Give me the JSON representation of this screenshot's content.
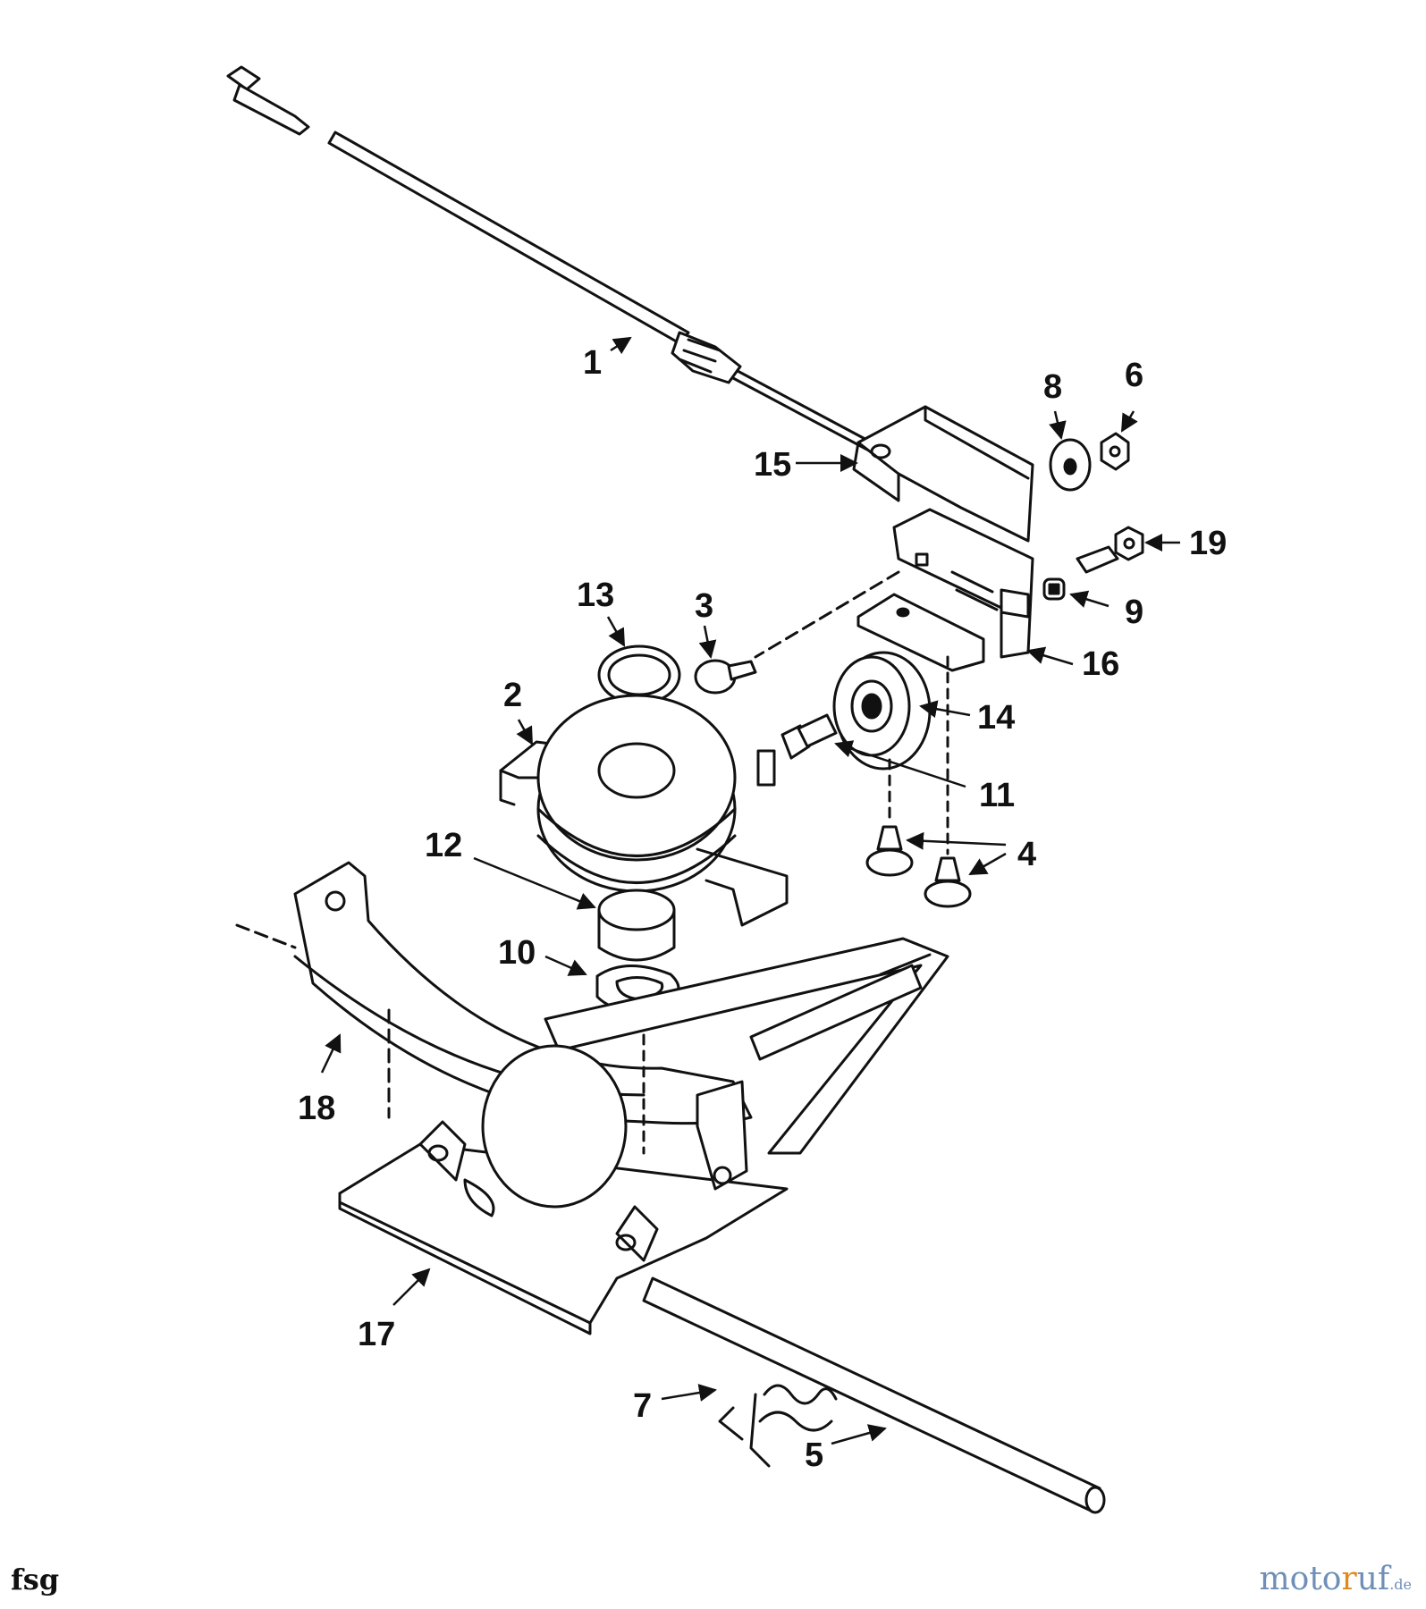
{
  "parts": [
    {
      "id": "1",
      "text": "1"
    },
    {
      "id": "2",
      "text": "2"
    },
    {
      "id": "3",
      "text": "3"
    },
    {
      "id": "4",
      "text": "4"
    },
    {
      "id": "5",
      "text": "5"
    },
    {
      "id": "6",
      "text": "6"
    },
    {
      "id": "7",
      "text": "7"
    },
    {
      "id": "8",
      "text": "8"
    },
    {
      "id": "9",
      "text": "9"
    },
    {
      "id": "10",
      "text": "10"
    },
    {
      "id": "11",
      "text": "11"
    },
    {
      "id": "12",
      "text": "12"
    },
    {
      "id": "13",
      "text": "13"
    },
    {
      "id": "14",
      "text": "14"
    },
    {
      "id": "15",
      "text": "15"
    },
    {
      "id": "16",
      "text": "16"
    },
    {
      "id": "17",
      "text": "17"
    },
    {
      "id": "18",
      "text": "18"
    },
    {
      "id": "19",
      "text": "19"
    }
  ],
  "footer": {
    "code": "fsg",
    "brand_part1": "moto",
    "brand_part2": "r",
    "brand_part3": "uf",
    "brand_tld": ".de"
  },
  "colors": {
    "ink": "#111111",
    "brand_blue": "#6f8fb8",
    "brand_orange": "#e08a1e"
  }
}
